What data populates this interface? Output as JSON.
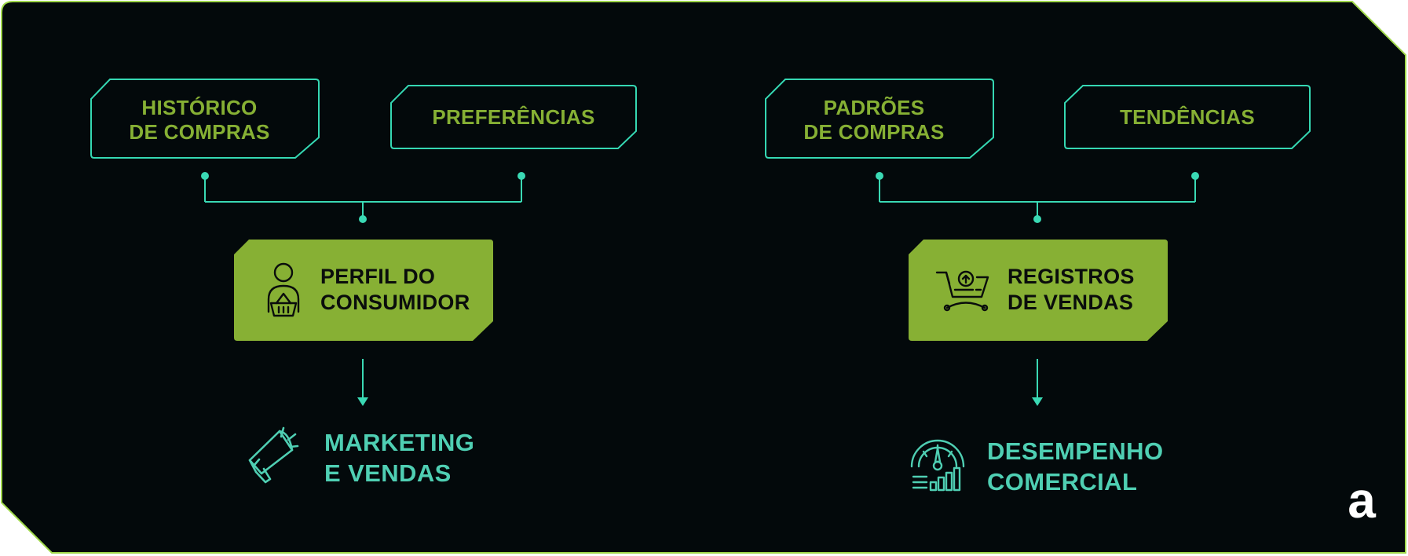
{
  "left_group": {
    "tag1": {
      "line1": "HISTÓRICO",
      "line2": "DE COMPRAS"
    },
    "tag2": {
      "label": "PREFERÊNCIAS"
    },
    "hub": {
      "line1": "PERFIL DO",
      "line2": "CONSUMIDOR",
      "icon": "consumer-basket-icon"
    },
    "outcome": {
      "line1": "MARKETING",
      "line2": "E VENDAS",
      "icon": "megaphone-icon"
    }
  },
  "right_group": {
    "tag1": {
      "line1": "PADRÕES",
      "line2": "DE COMPRAS"
    },
    "tag2": {
      "label": "TENDÊNCIAS"
    },
    "hub": {
      "line1": "REGISTROS",
      "line2": "DE VENDAS",
      "icon": "shopping-cart-icon"
    },
    "outcome": {
      "line1": "DESEMPENHO",
      "line2": "COMERCIAL",
      "icon": "gauge-icon"
    }
  },
  "brand": {
    "logo_glyph": "a"
  },
  "colors": {
    "background": "#03090b",
    "frame_border": "#9fd84a",
    "tag_border": "#35d8b3",
    "tag_text": "#86b034",
    "hub_fill": "#87b034",
    "hub_text": "#0a0d0c",
    "connector": "#3ad9b4",
    "outcome_text": "#4fcfb3"
  }
}
